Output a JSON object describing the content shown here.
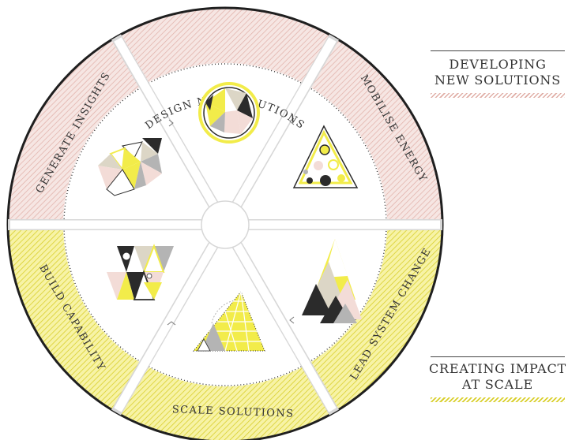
{
  "cycle": {
    "segments": [
      {
        "label": "DESIGN NEW SOLUTIONS",
        "phase": "developing"
      },
      {
        "label": "MOBILISE ENERGY",
        "phase": "developing"
      },
      {
        "label": "LEAD SYSTEM CHANGE",
        "phase": "scaling"
      },
      {
        "label": "SCALE SOLUTIONS",
        "phase": "scaling"
      },
      {
        "label": "BUILD CAPABILITY",
        "phase": "scaling"
      },
      {
        "label": "GENERATE INSIGHTS",
        "phase": "developing"
      }
    ]
  },
  "legend": {
    "developing": {
      "line1": "DEVELOPING",
      "line2": "NEW SOLUTIONS"
    },
    "scaling": {
      "line1": "CREATING IMPACT",
      "line2": "AT SCALE"
    }
  },
  "colors": {
    "pink_hatch": "#e3b8b0",
    "pink_fill": "#f3dcd7",
    "yellow": "#f2ec4a",
    "yellow_hatch": "#dcd44a",
    "dark": "#2b2b2b",
    "grey": "#b4b4b4",
    "beige": "#dcd6c6",
    "spoke": "#d8d8d8"
  },
  "icons": [
    "circle-triangles-icon",
    "triangle-dots-icon",
    "mountain-icon",
    "stacked-triangle-icon",
    "triangle-grid-icon",
    "gem-cluster-icon"
  ]
}
